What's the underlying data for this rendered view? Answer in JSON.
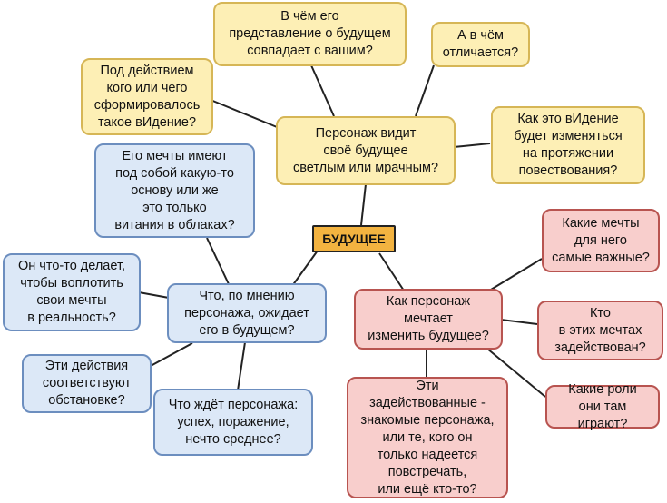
{
  "center": {
    "label": "БУДУЩЕЕ"
  },
  "branches": {
    "vision": {
      "label": "Персонаж видит\nсвоё будущее\nсветлым или мрачным?",
      "children": [
        "Под действием\nкого или чего\nсформировалось\nтакое вИдение?",
        "В чём его\nпредставление о будущем\nсовпадает с вашим?",
        "А в чём\nотличается?",
        "Как это вИдение\nбудет изменяться\nна протяжении\nповествования?"
      ]
    },
    "expectation": {
      "label": "Что, по мнению\nперсонажа, ожидает\nего в будущем?",
      "children": [
        "Его мечты имеют\nпод собой какую-то\nоснову или же\nэто только\nвитания в облаках?",
        "Он что-то делает,\nчтобы воплотить\nсвои мечты\nв реальность?",
        "Эти действия\nсоответствуют\nобстановке?",
        "Что ждёт персонажа:\nуспех, поражение,\nнечто среднее?"
      ]
    },
    "dreams": {
      "label": "Как персонаж\nмечтает\nизменить будущее?",
      "children": [
        "Какие мечты\nдля него\nсамые важные?",
        "Кто\nв этих мечтах\nзадействован?",
        "Какие роли\nони там играют?",
        "Эти\nзадействованные -\nзнакомые персонажа,\nили те, кого он\nтолько надеется\nповстречать,\nили ещё кто-то?"
      ]
    }
  },
  "colors": {
    "vision_fill": "#fdefb5",
    "vision_border": "#d6b656",
    "expectation_fill": "#dce8f7",
    "expectation_border": "#6c8ebf",
    "dreams_fill": "#f8cecc",
    "dreams_border": "#b85450",
    "center_fill": "#f3b340",
    "line": "#222222"
  }
}
